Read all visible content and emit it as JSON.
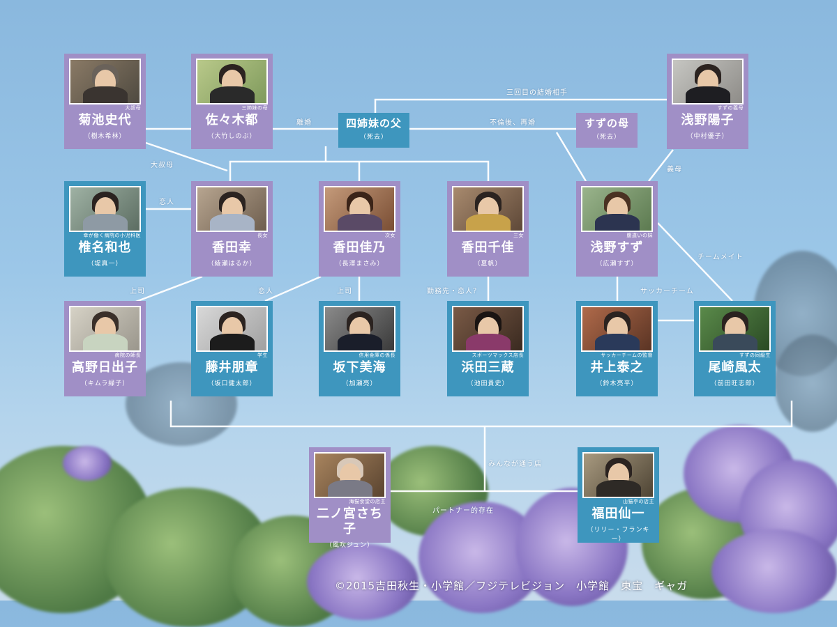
{
  "colors": {
    "card_purple": "#a08fc6",
    "card_teal": "#3e96be",
    "line": "#ffffff"
  },
  "people": {
    "kikuchi": {
      "role": "大叔母",
      "name": "菊池史代",
      "actor": "（樹木希林）"
    },
    "sasaki": {
      "role": "三姉妹の母",
      "name": "佐々木都",
      "actor": "（大竹しのぶ）"
    },
    "father": {
      "name": "四姉妹の父",
      "actor": "（死去）"
    },
    "suzumother": {
      "name": "すずの母",
      "actor": "（死去）"
    },
    "asano_yoko": {
      "role": "すずの義母",
      "name": "浅野陽子",
      "actor": "（中村優子）"
    },
    "shiina": {
      "role": "幸が働く病院の小児科医",
      "name": "椎名和也",
      "actor": "（堤真一）"
    },
    "sachi": {
      "role": "長女",
      "name": "香田幸",
      "actor": "（綾瀬はるか）"
    },
    "yoshino": {
      "role": "次女",
      "name": "香田佳乃",
      "actor": "（長澤まさみ）"
    },
    "chika": {
      "role": "三女",
      "name": "香田千佳",
      "actor": "（夏帆）"
    },
    "suzu": {
      "role": "腹違いの妹",
      "name": "浅野すず",
      "actor": "（広瀬すず）"
    },
    "takano": {
      "role": "病院の師長",
      "name": "高野日出子",
      "actor": "（キムラ緑子）"
    },
    "fujii": {
      "role": "学生",
      "name": "藤井朋章",
      "actor": "（坂口健太郎）"
    },
    "sakashita": {
      "role": "信用金庫の係長",
      "name": "坂下美海",
      "actor": "（加瀬亮）"
    },
    "hamada": {
      "role": "スポーツマックス店長",
      "name": "浜田三蔵",
      "actor": "（池田貴史）"
    },
    "inoue": {
      "role": "サッカーチームの監督",
      "name": "井上泰之",
      "actor": "（鈴木亮平）"
    },
    "ozaki": {
      "role": "すずの同級生",
      "name": "尾崎風太",
      "actor": "（前田旺志郎）"
    },
    "ninomiya": {
      "role": "海猫食堂の店主",
      "name": "二ノ宮さち子",
      "actor": "（風吹ジュン）"
    },
    "fukuda": {
      "role": "山猫亭の店主",
      "name": "福田仙一",
      "actor": "（リリー・フランキー）"
    }
  },
  "relations": {
    "third_marriage": "三回目の結婚相手",
    "divorce": "離婚",
    "affair_remarriage": "不倫後、再婚",
    "great_aunt": "大叔母",
    "lover1": "恋人",
    "stepmother": "義母",
    "boss1": "上司",
    "lover2": "恋人",
    "boss2": "上司",
    "work_lover": "勤務先・恋人？",
    "soccer_team": "サッカーチーム",
    "teammate": "チームメイト",
    "everyone_shop": "みんなが通う店",
    "partner": "パートナー的存在"
  },
  "copyright": "©2015吉田秋生・小学館／フジテレビジョン　小学館　東宝　ギャガ"
}
